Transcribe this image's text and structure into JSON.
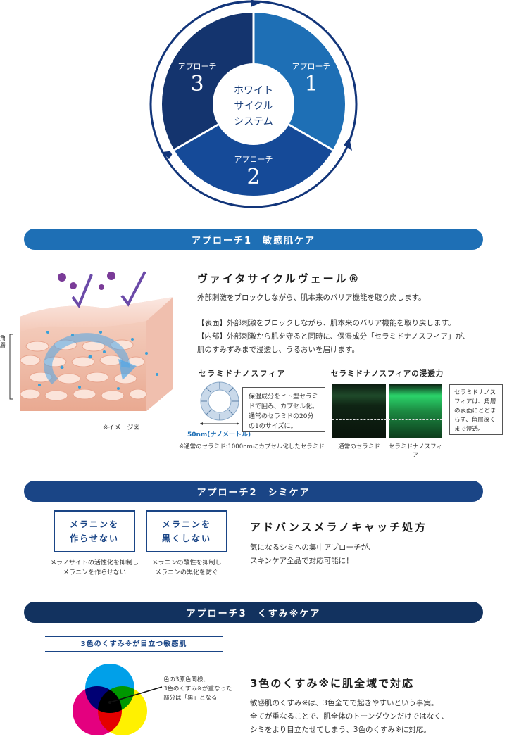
{
  "cycle": {
    "center": "ホワイト\nサイクル\nシステム",
    "segments": [
      {
        "label": "アプローチ",
        "num": "1"
      },
      {
        "label": "アプローチ",
        "num": "2"
      },
      {
        "label": "アプローチ",
        "num": "3"
      }
    ]
  },
  "section1": {
    "banner": "アプローチ1　敏感肌ケア",
    "side_label": "角層",
    "image_note": "※イメージ図",
    "title": "ヴァイタサイクルヴェール®",
    "intro": "外部刺激をブロックしながら、肌本来のバリア機能を取り戻します。",
    "detail": "【表面】外部刺激をブロックしながら、肌本来のバリア機能を取り戻します。\n【内部】外部刺激から肌を守ると同時に、保湿成分「セラミドナノスフィア」が、\n肌のすみずみまで浸透し、うるおいを届けます。",
    "nanosphere": {
      "heading": "セラミドナノスフィア",
      "callout": "保湿成分をヒト型セラミドで囲み、カプセル化。通常のセラミドの20分の1のサイズに。",
      "size_label": "50nm(ナノメートル)",
      "footnote": "※通常のセラミド:1000nmにカプセル化したセラミド"
    },
    "penetration": {
      "heading": "セラミドナノスフィアの浸透力",
      "left_caption": "通常のセラミド",
      "right_caption": "セラミドナノスフィア",
      "callout": "セラミドナノスフィアは、角層の表面にとどまらず、角層深くまで浸透。"
    }
  },
  "section2": {
    "banner": "アプローチ2　シミケア",
    "boxes": [
      {
        "label": "メラニンを\n作らせない",
        "desc": "メラノサイトの活性化を抑制し\nメラニンを作らせない"
      },
      {
        "label": "メラニンを\n黒くしない",
        "desc": "メラニンの酸性を抑制し\nメラニンの黒化を防ぐ"
      }
    ],
    "title": "アドバンスメラノキャッチ処方",
    "text": "気になるシミへの集中アプローチが、\nスキンケア全品で対応可能に！"
  },
  "section3": {
    "banner": "アプローチ3　くすみ※ケア",
    "subheading": "3色のくすみ※が目立つ敏感肌",
    "venn_note": "色の3原色同様、\n3色のくすみ※が重なった\n部分は「黒」となる",
    "title": "3色のくすみ※に肌全域で対応",
    "text": "敏感肌のくすみ※は、3色全てで起きやすいという事実。\n全てが重なることで、肌全体のトーンダウンだけではなく、\nシミをより目立たせてしまう、3色のくすみ※に対応。"
  },
  "colors": {
    "seg1": "#1e6fb5",
    "seg2": "#154a98",
    "seg3": "#14346e",
    "ring": "#12357a",
    "cyan": "#00a0e9",
    "magenta": "#e4007f",
    "yellow": "#fff100",
    "green_glow": "#2bd46a"
  }
}
